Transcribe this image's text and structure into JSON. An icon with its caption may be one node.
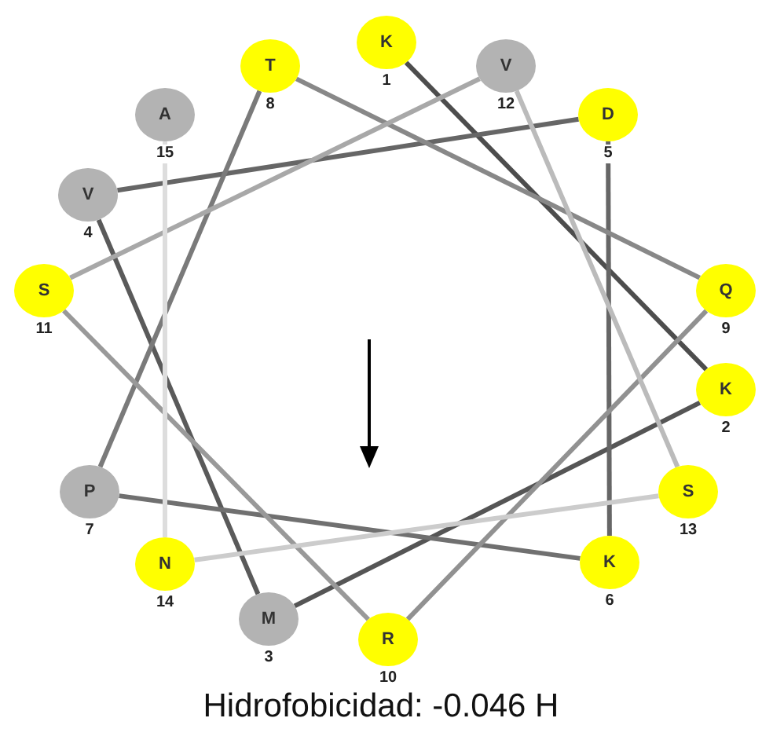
{
  "diagram": {
    "caption": "Hidrofobicidad: -0.046 H",
    "nodes": [
      {
        "text": [
          "K"
        ],
        "beside": [
          "1"
        ]
      },
      {
        "text": [
          "K"
        ],
        "beside": [
          "2"
        ]
      },
      {
        "text": [
          "M"
        ],
        "beside": [
          "3"
        ]
      },
      {
        "text": [
          "V"
        ],
        "beside": [
          "4"
        ]
      },
      {
        "text": [
          "D"
        ],
        "beside": [
          "5"
        ]
      },
      {
        "text": [
          "K"
        ],
        "beside": [
          "6"
        ]
      },
      {
        "text": [
          "P"
        ],
        "beside": [
          "7"
        ]
      },
      {
        "text": [
          "T"
        ],
        "beside": [
          "8"
        ]
      },
      {
        "text": [
          "Q"
        ],
        "beside": [
          "9"
        ]
      },
      {
        "text": [
          "R"
        ],
        "beside": [
          "10"
        ]
      },
      {
        "text": [
          "S"
        ],
        "beside": [
          "11"
        ]
      },
      {
        "text": [
          "V"
        ],
        "beside": [
          "12"
        ]
      },
      {
        "text": [
          "S"
        ],
        "beside": [
          "13"
        ]
      },
      {
        "text": [
          "N"
        ],
        "beside": [
          "14"
        ]
      },
      {
        "text": [
          "A"
        ],
        "beside": [
          "15"
        ]
      }
    ],
    "edges": [
      {
        "from": 0,
        "to": 1,
        "arrow": "none",
        "color": "#4d4d4d"
      },
      {
        "from": 1,
        "to": 2,
        "arrow": "none",
        "color": "#555555"
      },
      {
        "from": 2,
        "to": 3,
        "arrow": "none",
        "color": "#5a5a5a"
      },
      {
        "from": 3,
        "to": 4,
        "arrow": "none",
        "color": "#666666"
      },
      {
        "from": 4,
        "to": 5,
        "arrow": "none",
        "color": "#666666"
      },
      {
        "from": 5,
        "to": 6,
        "arrow": "none",
        "color": "#707070"
      },
      {
        "from": 6,
        "to": 7,
        "arrow": "none",
        "color": "#7a7a7a"
      },
      {
        "from": 7,
        "to": 8,
        "arrow": "none",
        "color": "#888888"
      },
      {
        "from": 8,
        "to": 9,
        "arrow": "none",
        "color": "#919191"
      },
      {
        "from": 9,
        "to": 10,
        "arrow": "none",
        "color": "#999999"
      },
      {
        "from": 10,
        "to": 11,
        "arrow": "none",
        "color": "#a8a8a8"
      },
      {
        "from": 11,
        "to": 12,
        "arrow": "none",
        "color": "#bbbbbb"
      },
      {
        "from": 12,
        "to": 13,
        "arrow": "none",
        "color": "#cccccc"
      },
      {
        "from": 13,
        "to": 14,
        "arrow": "none",
        "color": "#dddddd"
      }
    ]
  }
}
